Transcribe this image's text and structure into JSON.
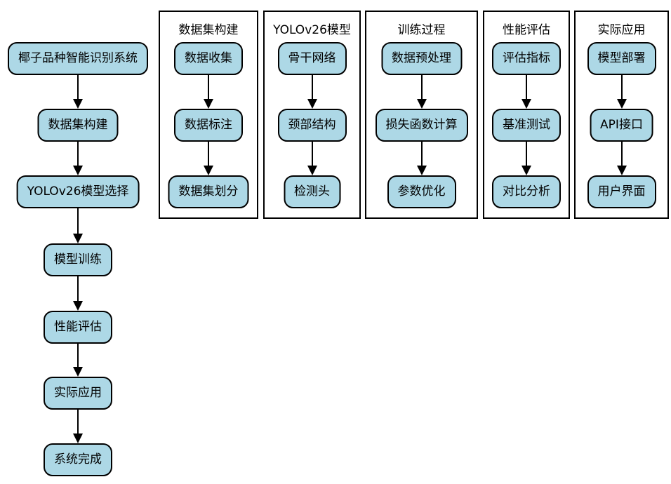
{
  "diagram": {
    "colors": {
      "node_fill": "#add8e6",
      "node_border": "#000000",
      "arrow": "#000000",
      "group_border": "#000000",
      "bg": "#ffffff",
      "text": "#000000"
    },
    "main_flow": {
      "nodes": [
        "椰子品种智能识别系统",
        "数据集构建",
        "YOLOv26模型选择",
        "模型训练",
        "性能评估",
        "实际应用",
        "系统完成"
      ]
    },
    "groups": [
      {
        "title": "数据集构建",
        "nodes": [
          "数据收集",
          "数据标注",
          "数据集划分"
        ]
      },
      {
        "title": "YOLOv26模型",
        "nodes": [
          "骨干网络",
          "颈部结构",
          "检测头"
        ]
      },
      {
        "title": "训练过程",
        "nodes": [
          "数据预处理",
          "损失函数计算",
          "参数优化"
        ]
      },
      {
        "title": "性能评估",
        "nodes": [
          "评估指标",
          "基准测试",
          "对比分析"
        ]
      },
      {
        "title": "实际应用",
        "nodes": [
          "模型部署",
          "API接口",
          "用户界面"
        ]
      }
    ]
  }
}
